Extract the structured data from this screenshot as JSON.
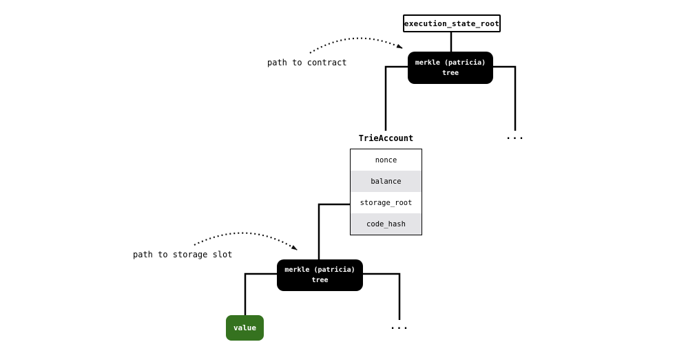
{
  "diagram": {
    "root_box": {
      "label": "execution_state_root"
    },
    "merkle_top": {
      "label": "merkle (patricia)\ntree"
    },
    "merkle_bottom": {
      "label": "merkle (patricia)\ntree"
    },
    "account_table": {
      "title": "TrieAccount",
      "rows": [
        "nonce",
        "balance",
        "storage_root",
        "code_hash"
      ]
    },
    "value_box": {
      "label": "value"
    },
    "ellipsis_top": "...",
    "ellipsis_bottom": "...",
    "annotations": {
      "path_to_contract": "path to contract",
      "path_to_storage_slot": "path to storage slot"
    },
    "colors": {
      "node_fill": "#000000",
      "value_green": "#35721f",
      "table_alt_row": "#e4e4e7",
      "background": "#ffffff"
    }
  }
}
